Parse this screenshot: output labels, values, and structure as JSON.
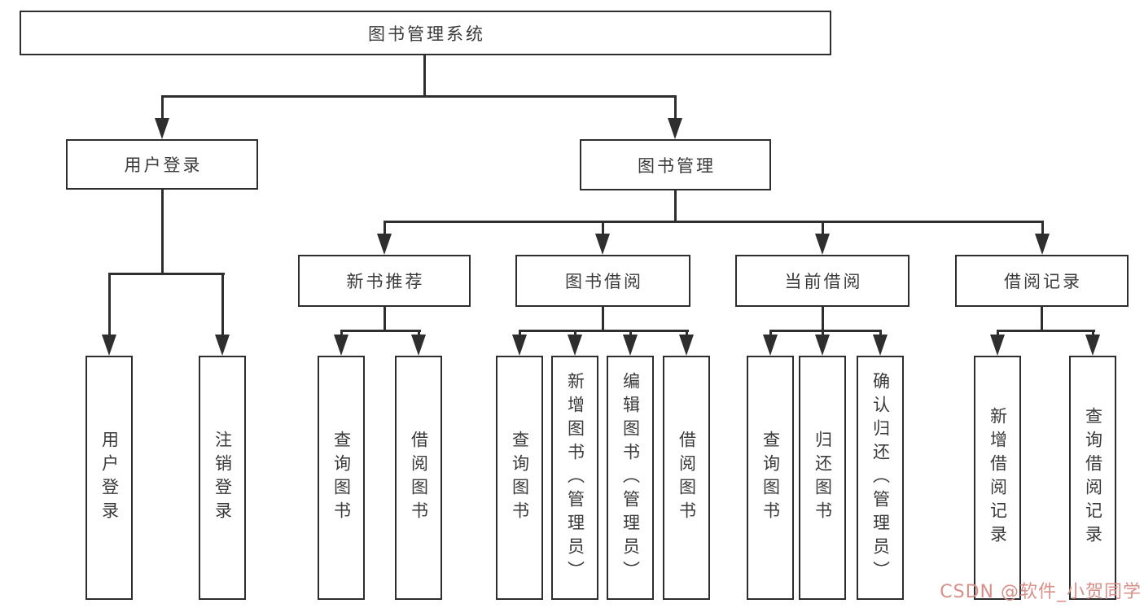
{
  "diagram": {
    "type": "hierarchy-tree",
    "line_color": "#2e2e2e",
    "text_color": "#3a3a3a",
    "tree": {
      "root": {
        "label": "图书管理系统"
      },
      "branches": [
        {
          "label": "用户登录",
          "children": [
            {
              "label": "用户登录"
            },
            {
              "label": "注销登录"
            }
          ]
        },
        {
          "label": "图书管理",
          "children": [
            {
              "label": "新书推荐",
              "children": [
                {
                  "label": "查询图书"
                },
                {
                  "label": "借阅图书"
                }
              ]
            },
            {
              "label": "图书借阅",
              "children": [
                {
                  "label": "查询图书"
                },
                {
                  "label": "新增图书（管理员）"
                },
                {
                  "label": "编辑图书（管理员）"
                },
                {
                  "label": "借阅图书"
                }
              ]
            },
            {
              "label": "当前借阅",
              "children": [
                {
                  "label": "查询图书"
                },
                {
                  "label": "归还图书"
                },
                {
                  "label": "确认归还（管理员）"
                }
              ]
            },
            {
              "label": "借阅记录",
              "children": [
                {
                  "label": "新增借阅记录"
                },
                {
                  "label": "查询借阅记录"
                }
              ]
            }
          ]
        }
      ]
    }
  },
  "watermark": {
    "text": "CSDN @软件_小贺同学",
    "color": "#d88f89"
  }
}
